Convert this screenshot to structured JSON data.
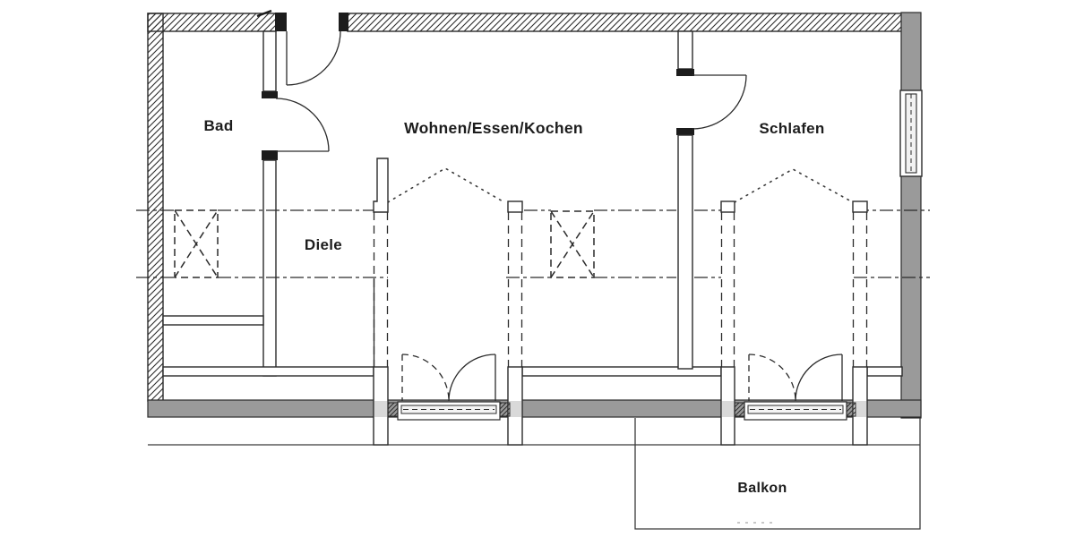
{
  "rooms": {
    "bad": {
      "label": "Bad"
    },
    "diele": {
      "label": "Diele"
    },
    "wohnen": {
      "label": "Wohnen/Essen/Kochen"
    },
    "schlafen": {
      "label": "Schlafen"
    },
    "balkon": {
      "label": "Balkon"
    }
  },
  "colors": {
    "line": "#2b2b2b",
    "wall_fill_gray": "#9a9a9a",
    "wall_fill_light": "#d9d9d9",
    "background": "#ffffff"
  }
}
